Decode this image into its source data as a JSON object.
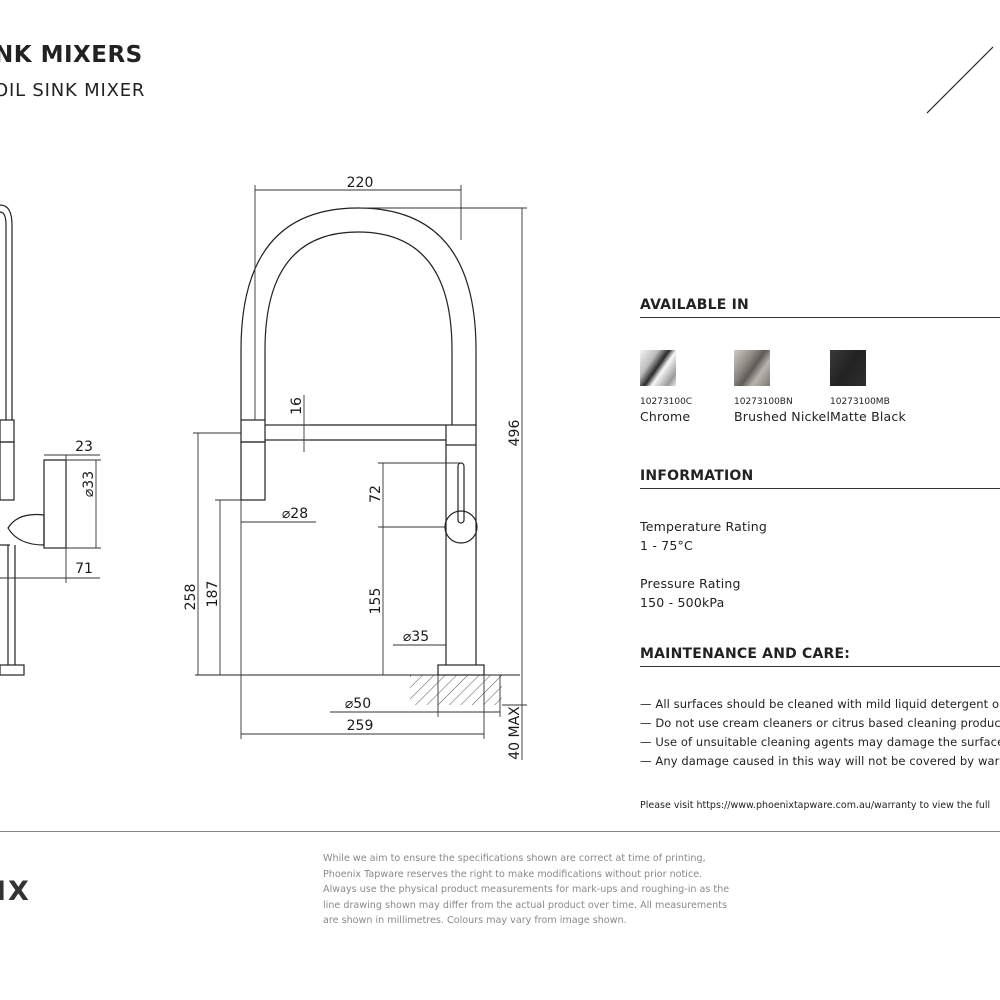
{
  "header": {
    "title": "NK MIXERS",
    "subtitle": "OIL SINK MIXER"
  },
  "dimensions": {
    "d220": "220",
    "d496": "496",
    "d16": "16",
    "d23": "23",
    "d33": "⌀33",
    "d71": "71",
    "d28": "⌀28",
    "d72": "72",
    "d155": "155",
    "d35": "⌀35",
    "d258": "258",
    "d187": "187",
    "d50": "⌀50",
    "d259": "259",
    "d40max": "40 MAX"
  },
  "available": {
    "heading": "AVAILABLE IN",
    "finishes": [
      {
        "code": "10273100C",
        "name": "Chrome",
        "color": "#9a9a9a"
      },
      {
        "code": "10273100BN",
        "name": "Brushed Nickel",
        "color": "#7d7873"
      },
      {
        "code": "10273100MB",
        "name": "Matte Black",
        "color": "#2b2b2b"
      }
    ]
  },
  "information": {
    "heading": "INFORMATION",
    "temperature_label": "Temperature Rating",
    "temperature_value": "1 - 75°C",
    "pressure_label": "Pressure Rating",
    "pressure_value": "150 - 500kPa"
  },
  "maintenance": {
    "heading": "MAINTENANCE AND CARE:",
    "bullets": [
      "— All surfaces should be cleaned with mild liquid detergent or",
      "— Do not use cream cleaners or citrus based cleaning products,",
      "— Use of unsuitable cleaning agents may damage the surface.",
      "— Any damage caused in this way will not be covered by warran"
    ],
    "warranty": "Please visit https://www.phoenixtapware.com.au/warranty to view the full"
  },
  "footer": {
    "brand": "IX",
    "disclaimer": [
      "While we aim to ensure the specifications shown are correct at time of printing,",
      "Phoenix Tapware reserves the right to make modifications without prior notice.",
      "Always use the physical product measurements for mark-ups and roughing-in as the",
      "line drawing shown may differ from the actual product over time. All measurements",
      "are shown in millimetres. Colours may vary from image shown."
    ]
  }
}
